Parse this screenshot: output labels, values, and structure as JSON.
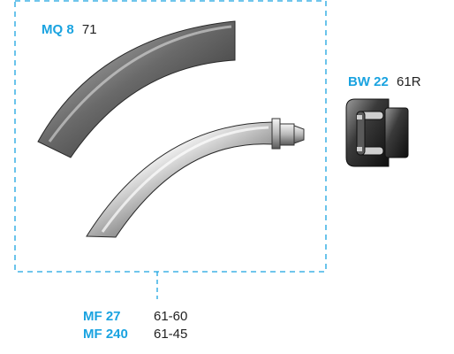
{
  "colors": {
    "accent": "#1aa3e0",
    "text": "#222222",
    "dash_border": "#1aa3e0"
  },
  "callouts": {
    "mq": {
      "code": "MQ 8",
      "number": "71"
    },
    "bw": {
      "code": "BW 22",
      "number": "61R"
    },
    "mf27": {
      "code": "MF 27",
      "number": "61-60"
    },
    "mf240": {
      "code": "MF 240",
      "number": "61-45"
    }
  },
  "parts": [
    {
      "name": "mq-curved-sleeve"
    },
    {
      "name": "mf-curved-neck"
    },
    {
      "name": "bw-nut-coupling"
    }
  ]
}
